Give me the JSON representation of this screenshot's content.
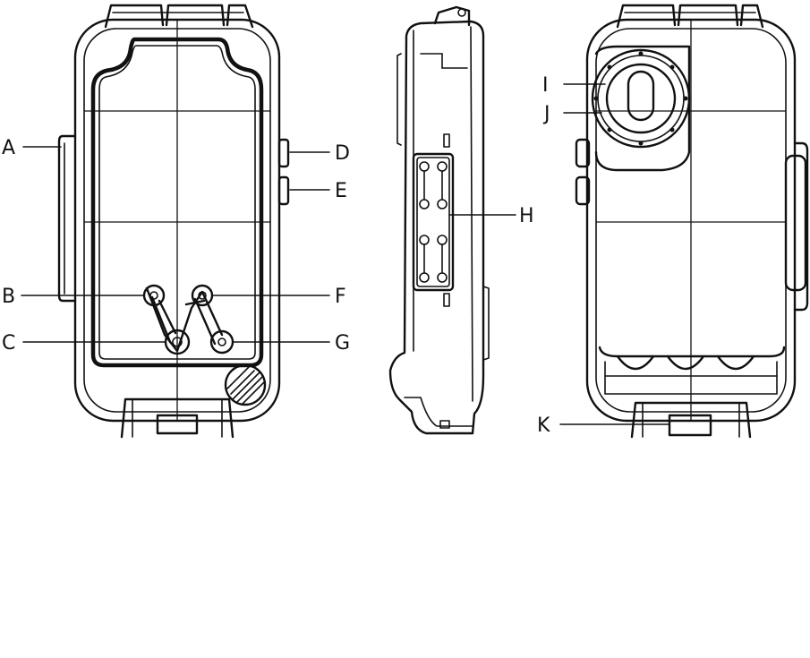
{
  "diagram": {
    "colors": {
      "line": "#111111",
      "background": "#ffffff"
    },
    "views": [
      {
        "id": "front-view",
        "callouts": [
          "A",
          "B",
          "C",
          "D",
          "E",
          "F",
          "G"
        ]
      },
      {
        "id": "side-view",
        "callouts": [
          "H"
        ]
      },
      {
        "id": "back-view",
        "callouts": [
          "I",
          "J",
          "K"
        ]
      }
    ],
    "labels": {
      "A": "A",
      "B": "B",
      "C": "C",
      "D": "D",
      "E": "E",
      "F": "F",
      "G": "G",
      "H": "H",
      "I": "I",
      "J": "J",
      "K": "K"
    }
  }
}
